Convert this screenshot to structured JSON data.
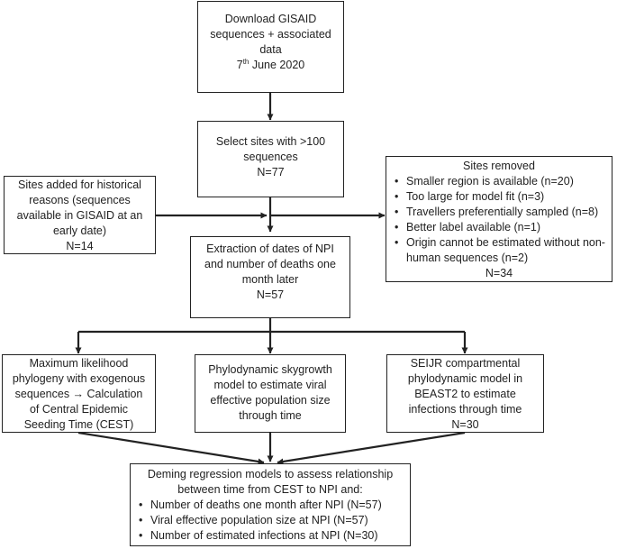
{
  "nodes": {
    "download": {
      "lines": [
        "Download GISAID",
        "sequences + associated",
        "data"
      ],
      "date_day": "7",
      "date_sup": "th",
      "date_rest": " June 2020"
    },
    "select": {
      "lines": [
        "Select sites with >100",
        "sequences",
        "N=77"
      ]
    },
    "added": {
      "lines": [
        "Sites added for historical",
        "reasons (sequences",
        "available in GISAID at an",
        "early date)",
        "N=14"
      ]
    },
    "removed": {
      "title": "Sites removed",
      "items": [
        "Smaller region is available (n=20)",
        "Too large for model fit (n=3)",
        "Travellers preferentially sampled (n=8)",
        "Better label available (n=1)",
        "Origin cannot be estimated without non-human sequences (n=2)"
      ],
      "total": "N=34"
    },
    "extraction": {
      "lines": [
        "Extraction of dates of NPI",
        "and number of deaths one",
        "month later",
        "N=57"
      ]
    },
    "ml": {
      "lines": [
        "Maximum likelihood",
        "phylogeny with exogenous",
        "sequences → Calculation",
        "of Central Epidemic",
        "Seeding Time (CEST)"
      ]
    },
    "skygrowth": {
      "lines": [
        "Phylodynamic skygrowth",
        "model to estimate viral",
        "effective population size",
        "through time"
      ]
    },
    "seijr": {
      "lines": [
        "SEIJR compartmental",
        "phylodynamic model in",
        "BEAST2 to estimate",
        "infections through time",
        "N=30"
      ]
    },
    "deming": {
      "intro": [
        "Deming regression models to assess relationship",
        "between time from CEST to NPI and:"
      ],
      "items": [
        "Number of deaths one month after NPI (N=57)",
        "Viral effective population size at NPI (N=57)",
        "Number of estimated infections at NPI (N=30)"
      ]
    }
  }
}
